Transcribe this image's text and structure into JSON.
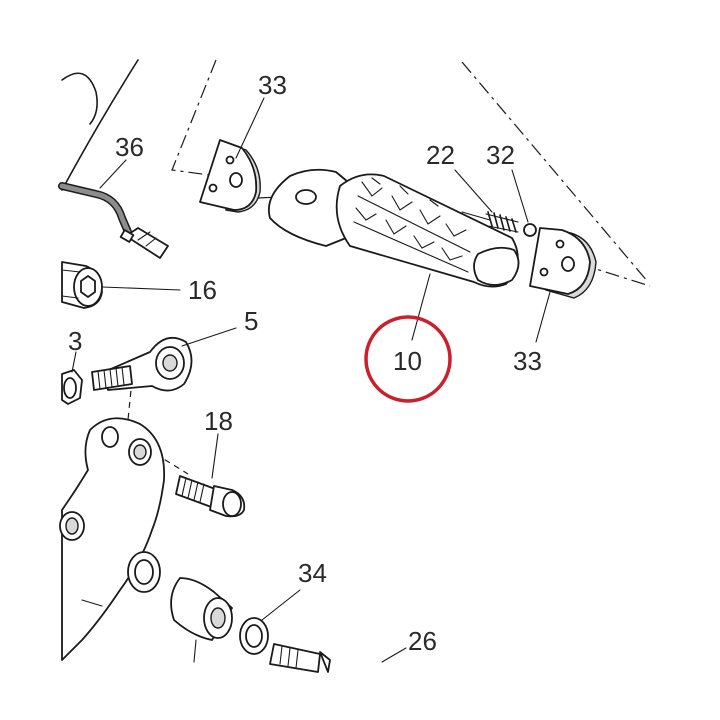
{
  "callouts": {
    "c33a": "33",
    "c36": "36",
    "c22": "22",
    "c32": "32",
    "c16": "16",
    "c5": "5",
    "c3": "3",
    "c10": "10",
    "c33b": "33",
    "c18": "18",
    "c34": "34",
    "c26": "26"
  },
  "colors": {
    "highlight": "#cc1f2d",
    "line": "#1a1a1a"
  }
}
